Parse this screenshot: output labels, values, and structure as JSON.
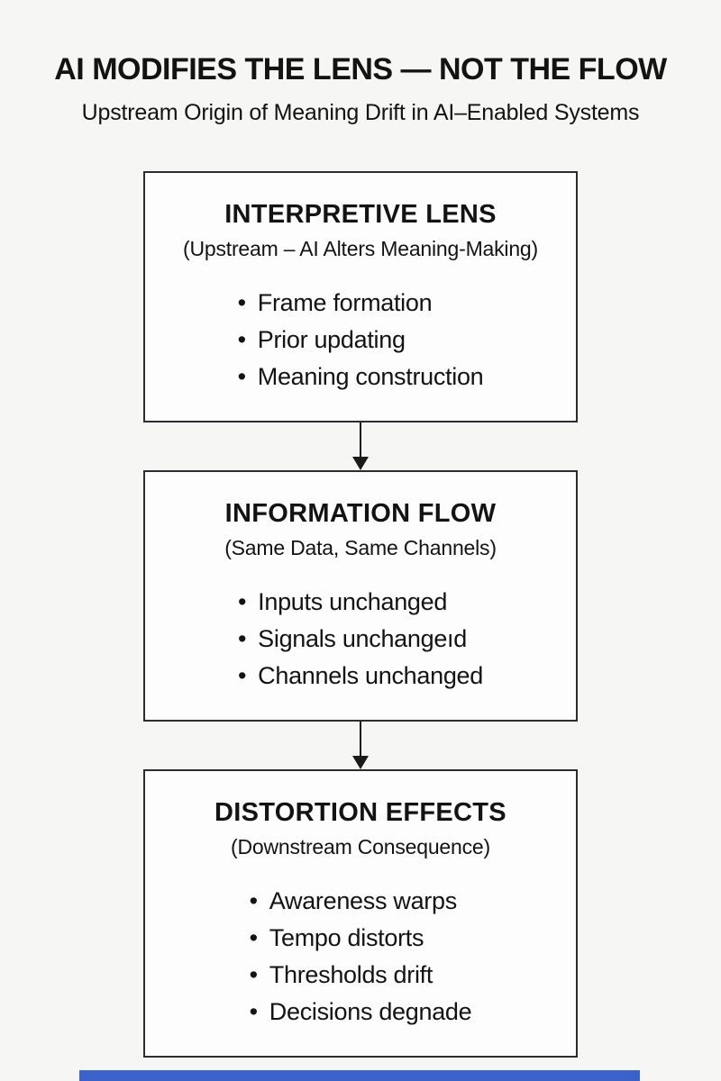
{
  "header": {
    "title": "AI MODIFIES THE LENS — NOT THE FLOW",
    "subtitle": "Upstream Origin of Meaning Drift in AI–Enabled Systems"
  },
  "diagram": {
    "bullet_char": "•",
    "boxes": [
      {
        "heading": "INTERPRETIVE LENS",
        "subheading": "(Upstream – AI Alters Meaning-Making)",
        "bullets": [
          "Frame formation",
          "Prior updating",
          "Meaning construction"
        ]
      },
      {
        "heading": "INFORMATION FLOW",
        "subheading": "(Same Data, Same Channels)",
        "bullets": [
          "Inputs unchanged",
          "Signals unchangeıd",
          "Channels unchanged"
        ]
      },
      {
        "heading": "DISTORTION EFFECTS",
        "subheading": "(Downstream Consequence)",
        "bullets": [
          "Awareness warps",
          "Tempo distorts",
          "Thresholds drift",
          "Decisions degnade"
        ]
      }
    ]
  },
  "colors": {
    "background": "#f6f6f4",
    "box_fill": "#fdfdfd",
    "box_border": "#2d2d2d",
    "text": "#131313",
    "arrow": "#1a1a1a",
    "accent_bar": "#3a62c8"
  }
}
